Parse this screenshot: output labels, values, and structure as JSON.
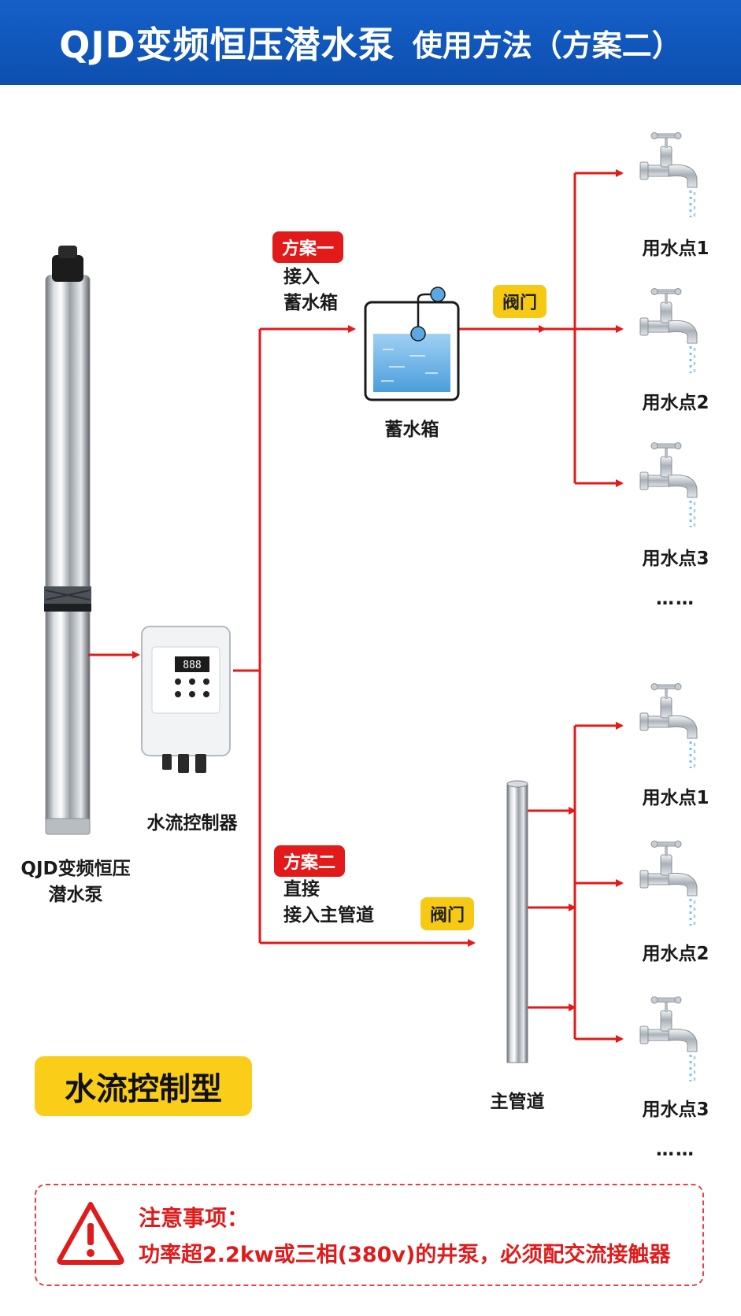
{
  "header": {
    "title": "QJD变频恒压潜水泵",
    "subtitle": "使用方法（方案二）"
  },
  "pump": {
    "label_line1": "QJD变频恒压",
    "label_line2": "潜水泵"
  },
  "controller": {
    "label": "水流控制器"
  },
  "plan_one": {
    "badge": "方案一",
    "text_line1": "接入",
    "text_line2": "蓄水箱"
  },
  "tank": {
    "label": "蓄水箱"
  },
  "valve_label": "阀门",
  "plan_two": {
    "badge": "方案二",
    "text_line1": "直接",
    "text_line2": "接入主管道"
  },
  "main_pipe": {
    "label": "主管道"
  },
  "upper_points": [
    "用水点1",
    "用水点2",
    "用水点3"
  ],
  "lower_points": [
    "用水点1",
    "用水点2",
    "用水点3"
  ],
  "ellipsis": "……",
  "type_label": "水流控制型",
  "notice": {
    "title": "注意事项：",
    "text": "功率超2.2kw或三相(380v)的井泵，必须配交流接触器",
    "icon": "warning-icon"
  },
  "colors": {
    "header_blue": "#1560c8",
    "flow_red": "#e31a1a",
    "badge_yellow": "#f6c915",
    "type_yellow": "#f9cd18"
  }
}
